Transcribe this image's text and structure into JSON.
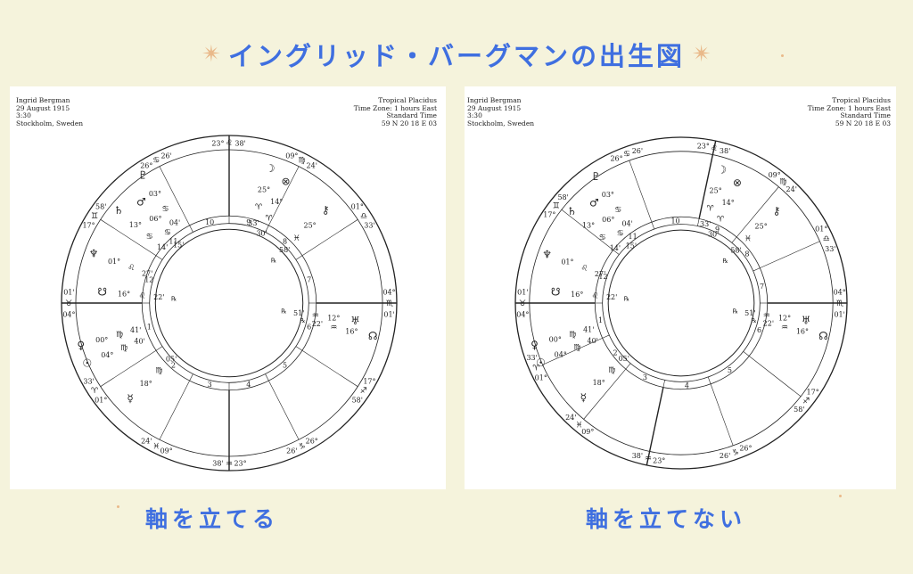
{
  "title": "イングリッド・バーグマンの出生図",
  "title_star": "✴",
  "charts": [
    {
      "caption": "軸を立てる",
      "info_left": [
        "Ingrid Bergman",
        "29 August 1915",
        "3:30",
        "Stockholm, Sweden"
      ],
      "info_right": [
        "Tropical Placidus",
        "Time Zone: 1 hours East",
        "Standard Time",
        "59 N 20    18 E 03"
      ],
      "rotation": 0,
      "house_labels": [
        {
          "deg": "04°",
          "sign": "♉",
          "min": "01'"
        },
        {
          "deg": "01°",
          "sign": "♈",
          "min": "33'"
        },
        {
          "deg": "09°",
          "sign": "♓",
          "min": "24'"
        },
        {
          "deg": "23°",
          "sign": "♒",
          "min": "38'"
        },
        {
          "deg": "26°",
          "sign": "♑",
          "min": "26'"
        },
        {
          "deg": "17°",
          "sign": "♐",
          "min": "58'"
        },
        {
          "deg": "04°",
          "sign": "♏",
          "min": "01'"
        },
        {
          "deg": "01°",
          "sign": "♎",
          "min": "33'"
        },
        {
          "deg": "09°",
          "sign": "♍",
          "min": "24'"
        },
        {
          "deg": "23°",
          "sign": "♌",
          "min": "38'"
        },
        {
          "deg": "26°",
          "sign": "♋",
          "min": "26'"
        },
        {
          "deg": "17°",
          "sign": "♊",
          "min": "58'"
        }
      ]
    },
    {
      "caption": "軸を立てない",
      "info_left": [
        "Ingrid Bergman",
        "29 August 1915",
        "3:30",
        "Stockholm, Sweden"
      ],
      "info_right": [
        "Tropical Placidus",
        "Time Zone: 1 hours East",
        "Standard Time",
        "59 N 20    18 E 03"
      ],
      "rotation": 0,
      "house_labels": [
        {
          "deg": "04°",
          "sign": "♉",
          "min": "01'"
        },
        {
          "deg": "01°",
          "sign": "♈",
          "min": "33'"
        },
        {
          "deg": "09°",
          "sign": "♓",
          "min": "24'"
        },
        {
          "deg": "23°",
          "sign": "♒",
          "min": "38'"
        },
        {
          "deg": "26°",
          "sign": "♑",
          "min": "26'"
        },
        {
          "deg": "17°",
          "sign": "♐",
          "min": "58'"
        },
        {
          "deg": "04°",
          "sign": "♏",
          "min": "01'"
        },
        {
          "deg": "01°",
          "sign": "♎",
          "min": "33'"
        },
        {
          "deg": "09°",
          "sign": "♍",
          "min": "24'"
        },
        {
          "deg": "23°",
          "sign": "♌",
          "min": "38'"
        },
        {
          "deg": "26°",
          "sign": "♋",
          "min": "26'"
        },
        {
          "deg": "17°",
          "sign": "♊",
          "min": "58'"
        }
      ]
    }
  ],
  "house_numbers": [
    "1",
    "2",
    "3",
    "4",
    "5",
    "6",
    "7",
    "8",
    "9",
    "10",
    "11",
    "12"
  ],
  "planets": [
    {
      "name": "moon",
      "glyph": "☽",
      "deg": "25°",
      "sign": "♈",
      "min": "33'"
    },
    {
      "name": "part-of-fortune",
      "glyph": "⊗",
      "deg": "14°",
      "sign": "♈",
      "min": "30'"
    },
    {
      "name": "chiron",
      "glyph": "⚷",
      "deg": "25°",
      "sign": "♓",
      "min": "58'",
      "retro": "℞"
    },
    {
      "name": "pluto",
      "glyph": "♇",
      "deg": "03°",
      "sign": "♋",
      "min": "04'"
    },
    {
      "name": "mars",
      "glyph": "♂",
      "deg": "06°",
      "sign": "♋",
      "min": "15'"
    },
    {
      "name": "saturn",
      "glyph": "♄",
      "deg": "13°",
      "sign": "♋",
      "min": "14'"
    },
    {
      "name": "neptune",
      "glyph": "♆",
      "deg": "01°",
      "sign": "♌",
      "min": "27'"
    },
    {
      "name": "south-node",
      "glyph": "☋",
      "deg": "16°",
      "sign": "♌",
      "min": "22'",
      "retro": "℞"
    },
    {
      "name": "venus",
      "glyph": "♀",
      "deg": "00°",
      "sign": "♍",
      "min": "41'"
    },
    {
      "name": "sun",
      "glyph": "☉",
      "deg": "04°",
      "sign": "♍",
      "min": "40'"
    },
    {
      "name": "mercury",
      "glyph": "☿",
      "deg": "18°",
      "sign": "♍",
      "min": "05'"
    },
    {
      "name": "uranus",
      "glyph": "♅",
      "deg": "12°",
      "sign": "♒",
      "min": "51'",
      "retro": "℞"
    },
    {
      "name": "north-node",
      "glyph": "☊",
      "deg": "16°",
      "sign": "♒",
      "min": "22'",
      "retro": "℞"
    }
  ]
}
